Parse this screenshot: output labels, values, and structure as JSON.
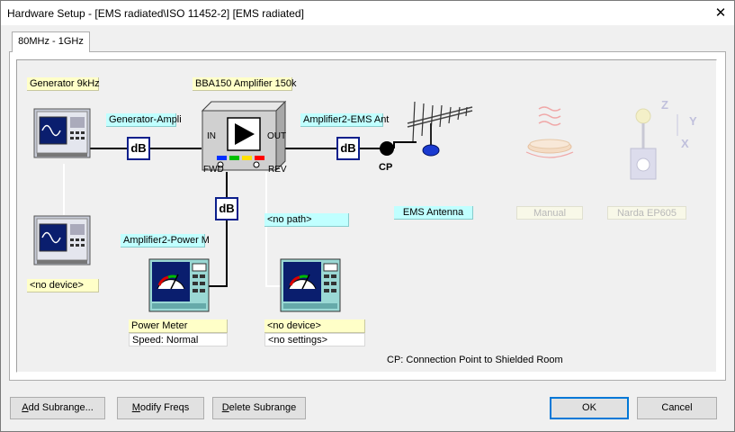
{
  "window": {
    "title": "Hardware Setup  -  [EMS radiated\\ISO 11452-2] [EMS radiated]",
    "close_glyph": "✕"
  },
  "tabs": [
    {
      "label": "80MHz - 1GHz",
      "selected": true
    }
  ],
  "diagram": {
    "generator": {
      "label": "Generator 9kHz",
      "icon": "signal-generator-icon"
    },
    "generator2": {
      "label": "<no device>",
      "icon": "signal-generator-icon"
    },
    "path_gen_amp": {
      "label": "Generator-Ampli",
      "icon": "attenuator-db-icon",
      "text": "dB"
    },
    "amplifier": {
      "label": "BBA150 Amplifier 150k",
      "in": "IN",
      "out": "OUT",
      "fwd": "FWD",
      "rev": "REV",
      "led_colors": [
        "#0030ff",
        "#00c000",
        "#ffe000",
        "#ff0000"
      ]
    },
    "path_amp_ant": {
      "label": "Amplifier2-EMS Ant",
      "text": "dB"
    },
    "cp": {
      "label": "CP"
    },
    "antenna": {
      "label": "EMS Antenna",
      "icon": "log-periodic-antenna-icon"
    },
    "path_amp_power": {
      "label": "Amplifier2-Power M",
      "text": "dB"
    },
    "power_meter": {
      "label": "Power Meter",
      "settings": "Speed: Normal",
      "icon": "power-meter-icon"
    },
    "rev_path": {
      "label": "<no path>"
    },
    "rev_meter": {
      "label": "<no device>",
      "settings": "<no settings>",
      "icon": "power-meter-icon"
    },
    "turntable": {
      "label": "Manual",
      "icon": "turntable-icon"
    },
    "field_probe": {
      "label": "Narda EP605",
      "icon": "field-probe-icon",
      "axes": [
        "Z",
        "Y",
        "X"
      ]
    },
    "cp_note": "CP: Connection Point to Shielded Room"
  },
  "buttons": {
    "add_subrange": {
      "pre": "",
      "ul": "A",
      "post": "dd Subrange..."
    },
    "modify_freqs": {
      "pre": "",
      "ul": "M",
      "post": "odify Freqs"
    },
    "delete_subrange": {
      "pre": "",
      "ul": "D",
      "post": "elete Subrange"
    },
    "ok": "OK",
    "cancel": "Cancel"
  }
}
